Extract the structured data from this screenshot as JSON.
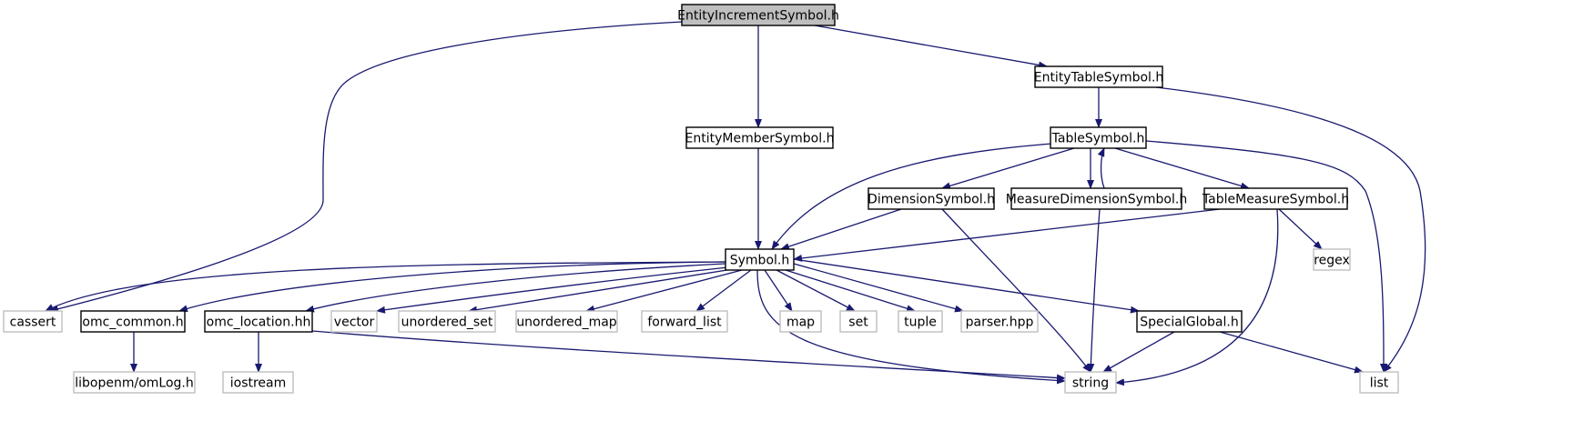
{
  "colors": {
    "edge": "#191970",
    "root_fill": "#bfbfbf",
    "documented_border": "#000000",
    "external_border": "#bfbfbf",
    "external_text": "#7f7f7f",
    "text": "#000000"
  },
  "nodes": [
    {
      "id": "root",
      "label": "EntityIncrementSymbol.h",
      "kind": "root"
    },
    {
      "id": "entity_table",
      "label": "EntityTableSymbol.h",
      "kind": "documented"
    },
    {
      "id": "entity_member",
      "label": "EntityMemberSymbol.h",
      "kind": "documented"
    },
    {
      "id": "table",
      "label": "TableSymbol.h",
      "kind": "documented"
    },
    {
      "id": "dimension",
      "label": "DimensionSymbol.h",
      "kind": "documented"
    },
    {
      "id": "measure_dim",
      "label": "MeasureDimensionSymbol.h",
      "kind": "documented"
    },
    {
      "id": "table_measure",
      "label": "TableMeasureSymbol.h",
      "kind": "documented"
    },
    {
      "id": "regex",
      "label": "regex",
      "kind": "external"
    },
    {
      "id": "symbol",
      "label": "Symbol.h",
      "kind": "documented"
    },
    {
      "id": "cassert",
      "label": "cassert",
      "kind": "external"
    },
    {
      "id": "omc_common",
      "label": "omc_common.h",
      "kind": "documented"
    },
    {
      "id": "omc_location",
      "label": "omc_location.hh",
      "kind": "documented"
    },
    {
      "id": "vector",
      "label": "vector",
      "kind": "external"
    },
    {
      "id": "unordered_set",
      "label": "unordered_set",
      "kind": "external"
    },
    {
      "id": "unordered_map",
      "label": "unordered_map",
      "kind": "external"
    },
    {
      "id": "forward_list",
      "label": "forward_list",
      "kind": "external"
    },
    {
      "id": "map",
      "label": "map",
      "kind": "external"
    },
    {
      "id": "set",
      "label": "set",
      "kind": "external"
    },
    {
      "id": "tuple",
      "label": "tuple",
      "kind": "external"
    },
    {
      "id": "parser",
      "label": "parser.hpp",
      "kind": "external"
    },
    {
      "id": "special_global",
      "label": "SpecialGlobal.h",
      "kind": "documented"
    },
    {
      "id": "list",
      "label": "list",
      "kind": "external"
    },
    {
      "id": "libopenm",
      "label": "libopenm/omLog.h",
      "kind": "external"
    },
    {
      "id": "iostream",
      "label": "iostream",
      "kind": "external"
    },
    {
      "id": "string",
      "label": "string",
      "kind": "external"
    }
  ],
  "edges": [
    {
      "from": "root",
      "to": "cassert"
    },
    {
      "from": "root",
      "to": "entity_member"
    },
    {
      "from": "root",
      "to": "entity_table"
    },
    {
      "from": "entity_table",
      "to": "table"
    },
    {
      "from": "entity_table",
      "to": "list"
    },
    {
      "from": "entity_member",
      "to": "symbol"
    },
    {
      "from": "table",
      "to": "symbol"
    },
    {
      "from": "table",
      "to": "dimension"
    },
    {
      "from": "table",
      "to": "measure_dim"
    },
    {
      "from": "measure_dim",
      "to": "table"
    },
    {
      "from": "table",
      "to": "table_measure"
    },
    {
      "from": "table",
      "to": "list"
    },
    {
      "from": "dimension",
      "to": "symbol"
    },
    {
      "from": "dimension",
      "to": "string"
    },
    {
      "from": "measure_dim",
      "to": "string"
    },
    {
      "from": "table_measure",
      "to": "symbol"
    },
    {
      "from": "table_measure",
      "to": "regex"
    },
    {
      "from": "table_measure",
      "to": "string"
    },
    {
      "from": "symbol",
      "to": "cassert"
    },
    {
      "from": "symbol",
      "to": "omc_common"
    },
    {
      "from": "symbol",
      "to": "omc_location"
    },
    {
      "from": "symbol",
      "to": "vector"
    },
    {
      "from": "symbol",
      "to": "unordered_set"
    },
    {
      "from": "symbol",
      "to": "unordered_map"
    },
    {
      "from": "symbol",
      "to": "forward_list"
    },
    {
      "from": "symbol",
      "to": "map"
    },
    {
      "from": "symbol",
      "to": "set"
    },
    {
      "from": "symbol",
      "to": "tuple"
    },
    {
      "from": "symbol",
      "to": "parser"
    },
    {
      "from": "symbol",
      "to": "special_global"
    },
    {
      "from": "symbol",
      "to": "string"
    },
    {
      "from": "omc_common",
      "to": "libopenm"
    },
    {
      "from": "omc_location",
      "to": "iostream"
    },
    {
      "from": "omc_location",
      "to": "string"
    },
    {
      "from": "special_global",
      "to": "string"
    },
    {
      "from": "special_global",
      "to": "list"
    }
  ]
}
